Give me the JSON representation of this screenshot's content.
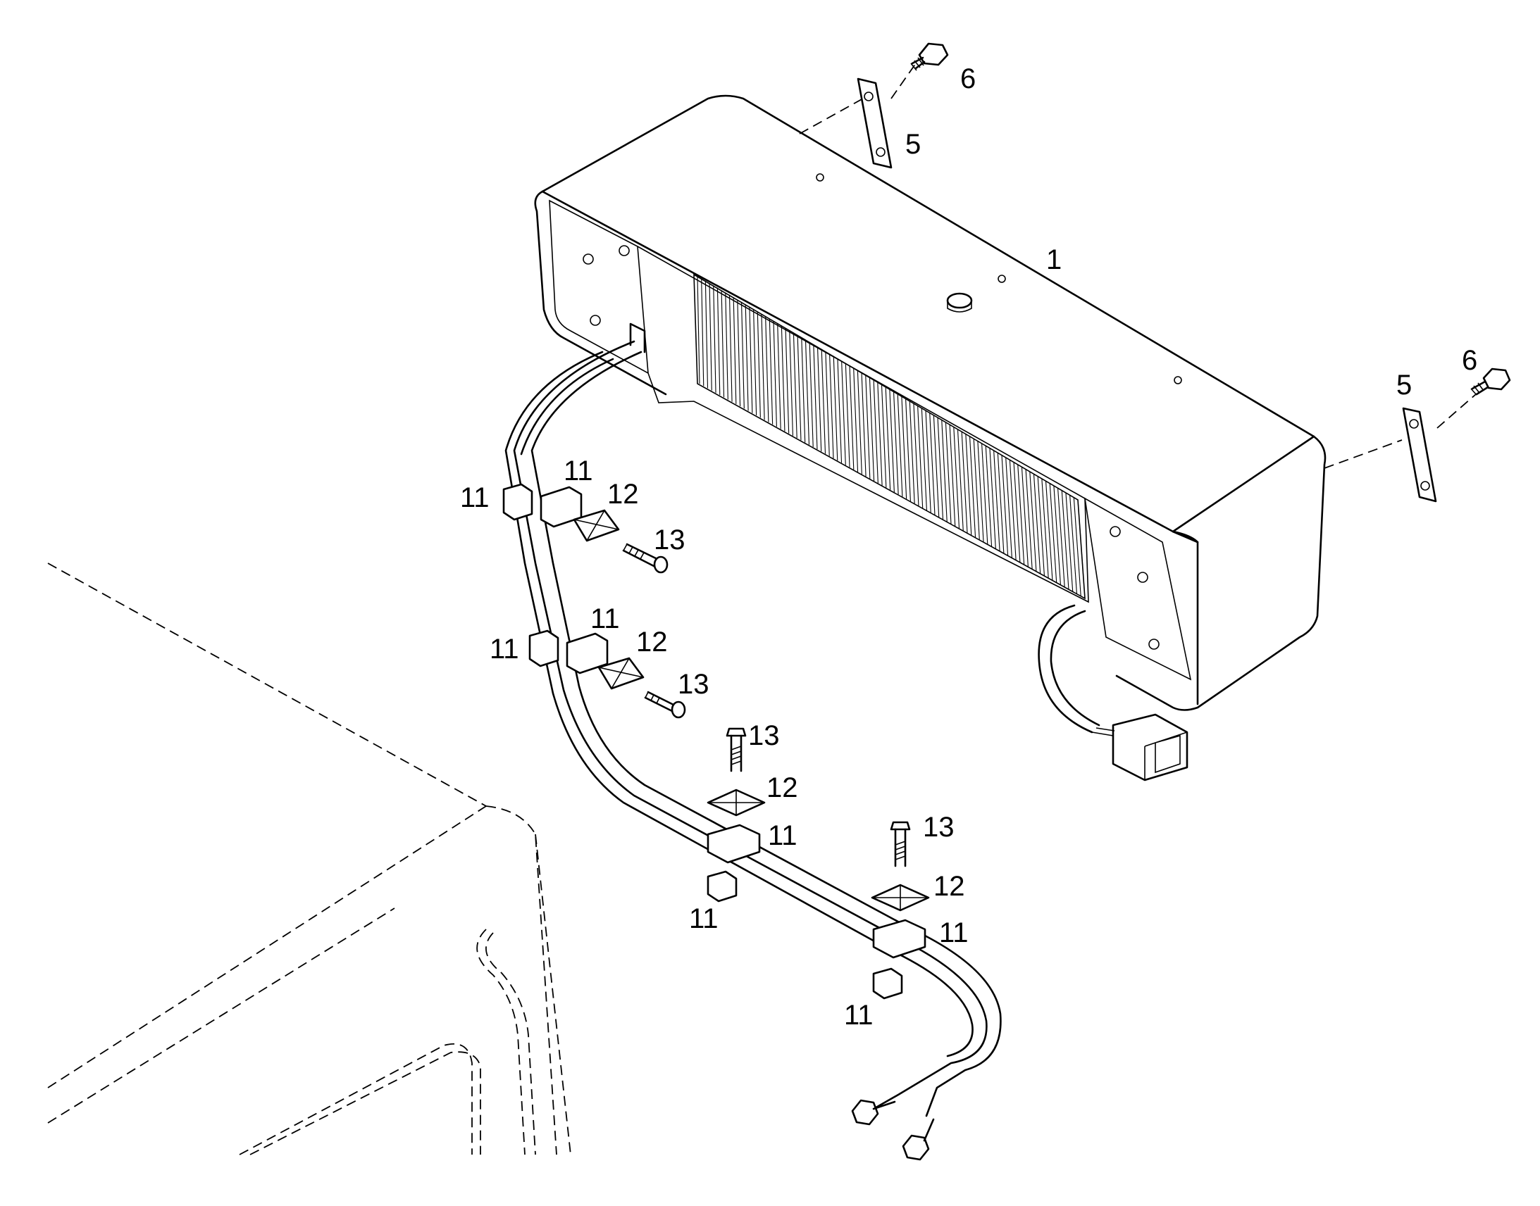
{
  "callouts": [
    {
      "id": "c1",
      "text": "1"
    },
    {
      "id": "c5a",
      "text": "5"
    },
    {
      "id": "c6a",
      "text": "6"
    },
    {
      "id": "c5b",
      "text": "5"
    },
    {
      "id": "c6b",
      "text": "6"
    },
    {
      "id": "c11a",
      "text": "11"
    },
    {
      "id": "c11b",
      "text": "11"
    },
    {
      "id": "c12a",
      "text": "12"
    },
    {
      "id": "c13a",
      "text": "13"
    },
    {
      "id": "c11c",
      "text": "11"
    },
    {
      "id": "c11d",
      "text": "11"
    },
    {
      "id": "c12b",
      "text": "12"
    },
    {
      "id": "c13b",
      "text": "13"
    },
    {
      "id": "c13c",
      "text": "13"
    },
    {
      "id": "c12c",
      "text": "12"
    },
    {
      "id": "c11e",
      "text": "11"
    },
    {
      "id": "c11f",
      "text": "11"
    },
    {
      "id": "c13d",
      "text": "13"
    },
    {
      "id": "c12d",
      "text": "12"
    },
    {
      "id": "c11g",
      "text": "11"
    },
    {
      "id": "c11h",
      "text": "11"
    }
  ]
}
